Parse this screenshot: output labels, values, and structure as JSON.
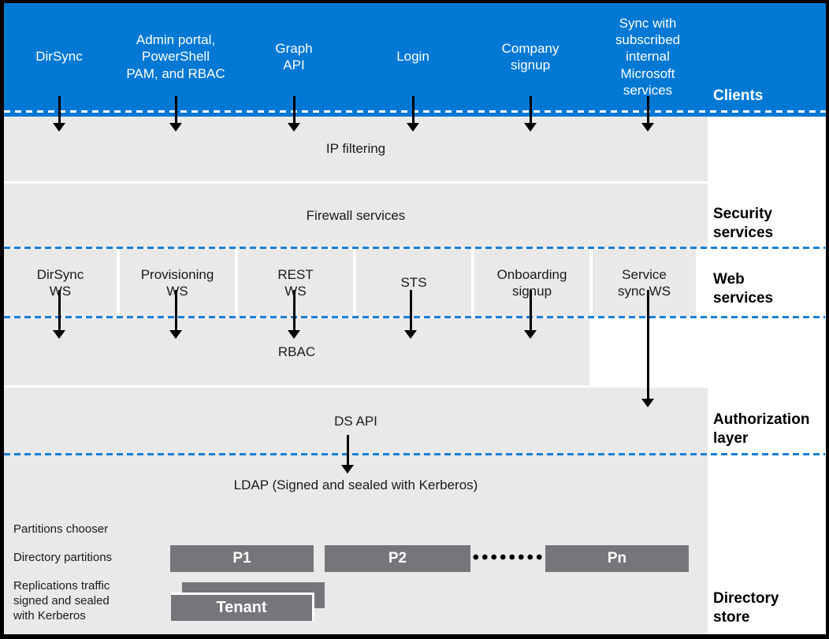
{
  "colors": {
    "accent_blue": "#0078D4",
    "band_gray": "#E9E9E9",
    "partition_gray": "#747679",
    "dash_blue": "#1B7FD6",
    "arrow_black": "#000000"
  },
  "clients": {
    "section_label": "Clients",
    "items": [
      {
        "label": "DirSync"
      },
      {
        "label": "Admin portal,\nPowerShell\nPAM, and RBAC"
      },
      {
        "label": "Graph\nAPI"
      },
      {
        "label": "Login"
      },
      {
        "label": "Company\nsignup"
      },
      {
        "label": "Sync with\nsubscribed\ninternal\nMicrosoft\nservices"
      }
    ]
  },
  "security": {
    "section_label": "Security\nservices",
    "ip_filtering": "IP filtering",
    "firewall": "Firewall services"
  },
  "web_services": {
    "section_label": "Web\nservices",
    "items": [
      {
        "label": "DirSync\nWS"
      },
      {
        "label": "Provisioning\nWS"
      },
      {
        "label": "REST\nWS"
      },
      {
        "label": "STS"
      },
      {
        "label": "Onboarding\nsignup"
      },
      {
        "label": "Service\nsync WS"
      }
    ]
  },
  "authorization": {
    "section_label": "Authorization\nlayer",
    "rbac": "RBAC",
    "ds_api": "DS API"
  },
  "directory_store": {
    "section_label": "Directory\nstore",
    "ldap": "LDAP (Signed and sealed with Kerberos)",
    "row_labels": [
      {
        "label": "Partitions chooser"
      },
      {
        "label": "Directory partitions"
      },
      {
        "label": "Replications traffic\nsigned and sealed\nwith Kerberos"
      }
    ],
    "partitions": [
      {
        "label": "P1"
      },
      {
        "label": "P2"
      },
      {
        "label": "Pn"
      }
    ],
    "tenant": "Tenant"
  }
}
